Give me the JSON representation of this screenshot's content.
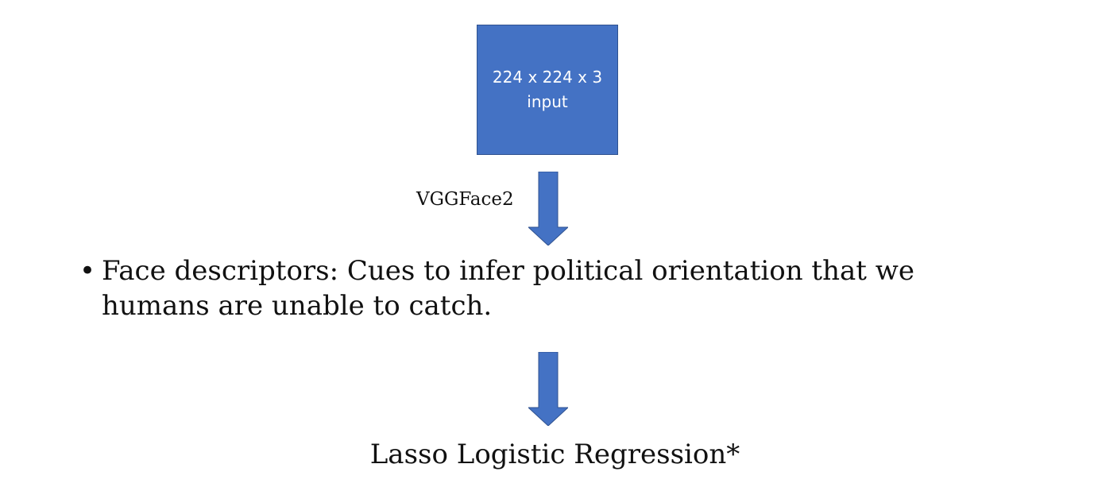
{
  "input_box": {
    "line1": "224 x 224 x 3",
    "line2": "input"
  },
  "arrow_label": "VGGFace2",
  "bullet": {
    "marker": "•",
    "text": "Face descriptors: Cues to infer political orientation that we humans are unable to catch."
  },
  "final_label": "Lasso Logistic Regression*",
  "colors": {
    "box_fill": "#4472c4",
    "box_border": "#2f528f",
    "arrow_fill": "#4472c4"
  }
}
